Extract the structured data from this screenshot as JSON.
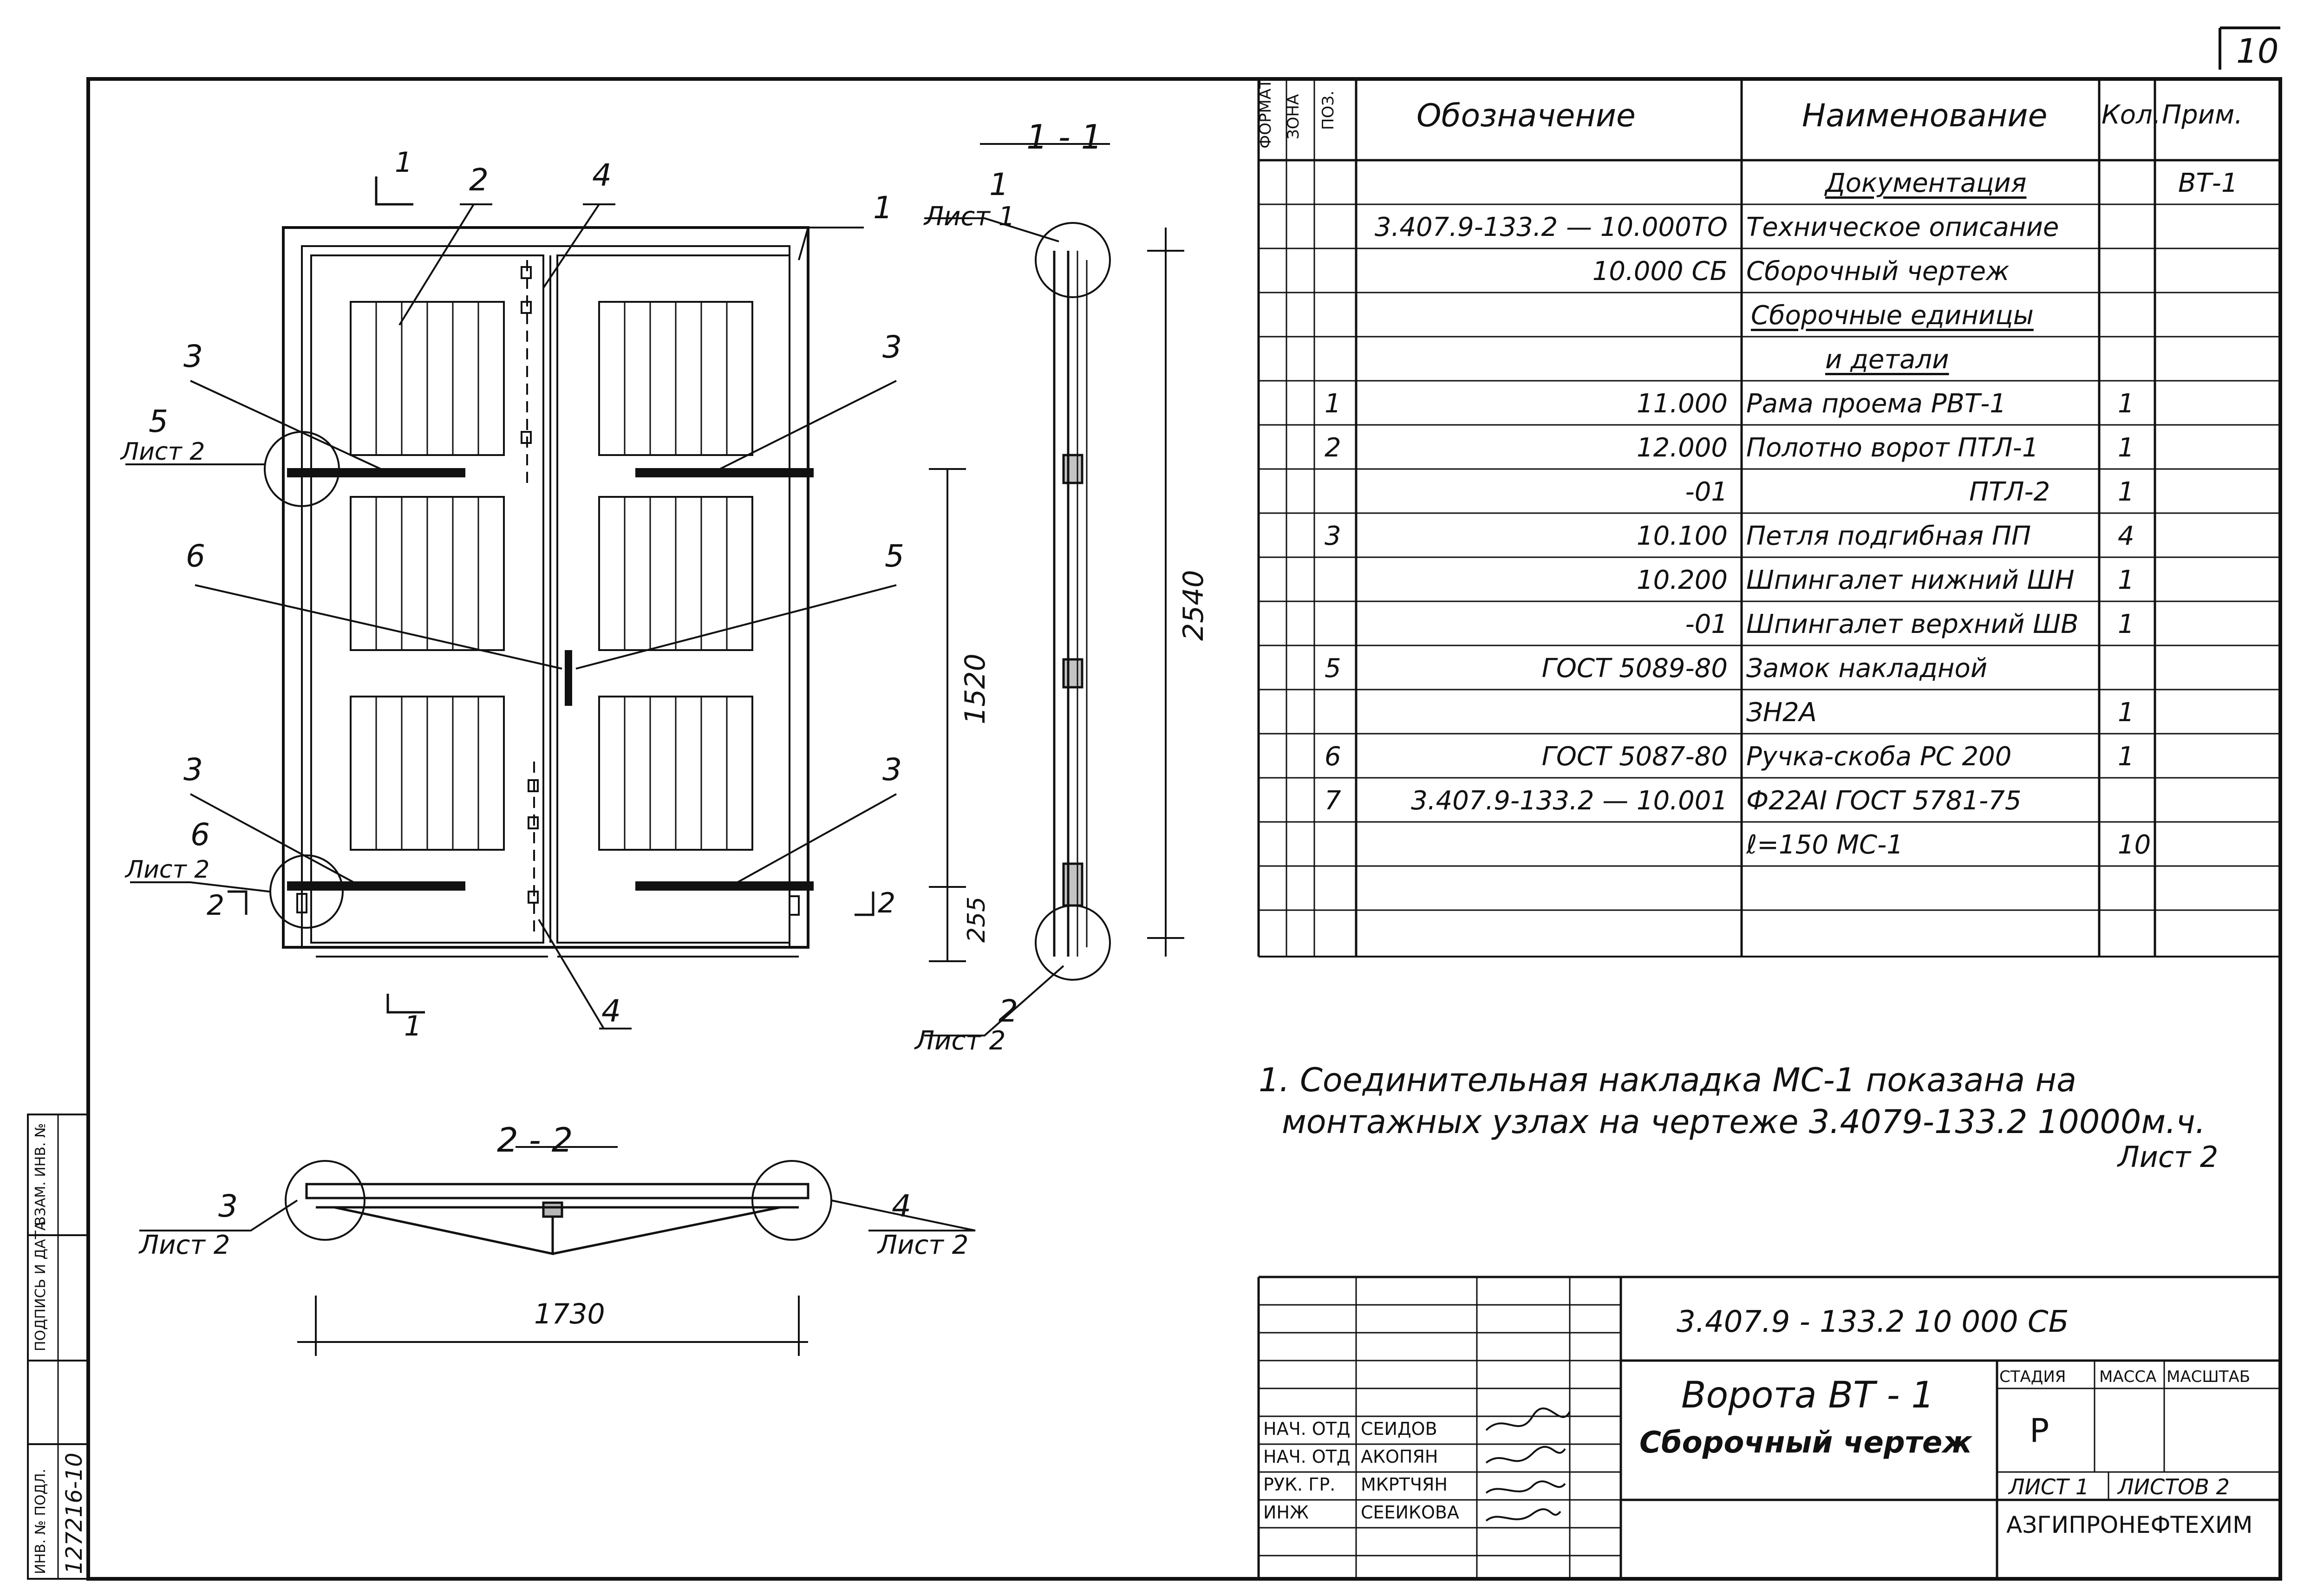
{
  "sheet_number": "10",
  "spec_header": {
    "format": "ФОРМАТ",
    "zone": "ЗОНА",
    "pos": "ПОЗ.",
    "designation": "Обозначение",
    "name": "Наименование",
    "qty": "Кол.",
    "note": "Прим."
  },
  "spec_rows": [
    {
      "pos": "",
      "designation": "",
      "name": "Документация",
      "qty": "",
      "note": "ВТ-1",
      "underline": true
    },
    {
      "pos": "",
      "designation": "3.407.9-133.2  —  10.000ТО",
      "name": "Техническое  описание",
      "qty": "",
      "note": ""
    },
    {
      "pos": "",
      "designation": "10.000 СБ",
      "name": "Сборочный   чертеж",
      "qty": "",
      "note": ""
    },
    {
      "pos": "",
      "designation": "",
      "name": "Сборочные  единицы",
      "qty": "",
      "note": "",
      "underline": true
    },
    {
      "pos": "",
      "designation": "",
      "name": "и детали",
      "qty": "",
      "note": "",
      "underline": true
    },
    {
      "pos": "1",
      "designation": "11.000",
      "name": "Рама  проема  РВТ-1",
      "qty": "1",
      "note": ""
    },
    {
      "pos": "2",
      "designation": "12.000",
      "name": "Полотно ворот  ПТЛ-1",
      "qty": "1",
      "note": ""
    },
    {
      "pos": "",
      "designation": "-01",
      "name": "ПТЛ-2",
      "qty": "1",
      "note": ""
    },
    {
      "pos": "3",
      "designation": "10.100",
      "name": "Петля подгибная  ПП",
      "qty": "4",
      "note": ""
    },
    {
      "pos": "",
      "designation": "10.200",
      "name": "Шпингалет нижний ШН",
      "qty": "1",
      "note": ""
    },
    {
      "pos": "",
      "designation": "-01",
      "name": "Шпингалет верхний ШВ",
      "qty": "1",
      "note": ""
    },
    {
      "pos": "5",
      "designation": "ГОСТ  5089-80",
      "name": "Замок  накладной",
      "qty": "",
      "note": ""
    },
    {
      "pos": "",
      "designation": "",
      "name": "ЗН2А",
      "qty": "1",
      "note": ""
    },
    {
      "pos": "6",
      "designation": "ГОСТ  5087-80",
      "name": "Ручка-скоба РС 200",
      "qty": "1",
      "note": ""
    },
    {
      "pos": "7",
      "designation": "3.407.9-133.2 — 10.001",
      "name": "Ф22АI ГОСТ 5781-75",
      "qty": "",
      "note": ""
    },
    {
      "pos": "",
      "designation": "",
      "name": "ℓ=150          МС-1",
      "qty": "10",
      "note": ""
    },
    {
      "pos": "",
      "designation": "",
      "name": "",
      "qty": "",
      "note": ""
    },
    {
      "pos": "",
      "designation": "",
      "name": "",
      "qty": "",
      "note": ""
    }
  ],
  "note": {
    "line1": "1. Соединительная    накладка  МС-1  показана  на",
    "line2": "монтажных    узлах    на  чертеже  3.4079-133.2  10000м.ч.",
    "line3": "Лист 2"
  },
  "drawing": {
    "section_1_1": "1 - 1",
    "section_2_2": "2 - 2",
    "section_mark": "1",
    "section_mark_2": "2",
    "dim_width": "1730",
    "dim_height": "2540",
    "dim_1520": "1520",
    "dim_255": "255",
    "sheet_ref_1": "Лист 1",
    "sheet_ref_2": "Лист 2",
    "sheet_ref_2b": "Лист 2",
    "sheet_ref_2c": "Лист 2",
    "sheet_ref_2d": "Лист 2",
    "sheet_ref_2e": "Лист 2",
    "leaders": [
      "1",
      "2",
      "3",
      "4",
      "5",
      "6"
    ]
  },
  "title_block": {
    "code": "3.407.9 - 133.2      10 000 СБ",
    "title_line1": "Ворота   ВТ - 1",
    "title_line2": "Сборочный   чертеж",
    "stage_label": "СТАДИЯ",
    "mass_label": "МАССА",
    "scale_label": "МАСШТАБ",
    "stage_value": "Р",
    "sheet_label": "ЛИСТ  1",
    "sheets_label": "ЛИСТОВ 2",
    "org": "АЗГИПРОНЕФТЕХИМ",
    "people": [
      {
        "role": "НАЧ. ОТД",
        "name": "СЕИДОВ"
      },
      {
        "role": "НАЧ. ОТД",
        "name": "АКОПЯН"
      },
      {
        "role": "РУК. ГР.",
        "name": "МКРТЧЯН"
      },
      {
        "role": "ИНЖ",
        "name": "СЕЕИКОВА"
      }
    ]
  },
  "side_stamp": {
    "cells": [
      "ВЗАМ. ИНВ. №",
      "ПОДПИСЬ И ДАТА",
      "ИНВ. № ПОДЛ."
    ],
    "inv": "127216-10"
  }
}
